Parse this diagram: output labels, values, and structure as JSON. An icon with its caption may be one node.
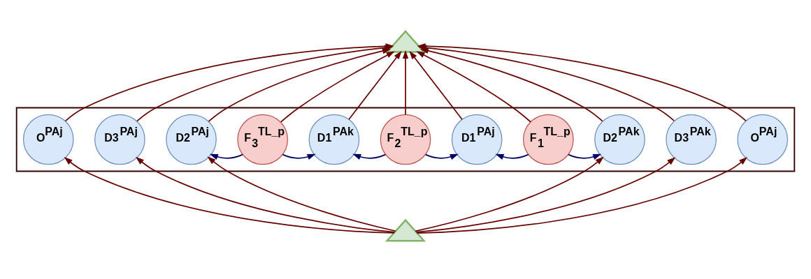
{
  "diagram": {
    "nodes": [
      {
        "text": [],
        "shape": "box"
      },
      {
        "text": [],
        "shape": "triangle"
      },
      {
        "text": [
          "O$^{PAj}$"
        ],
        "in": 0
      },
      {
        "text": [
          "D3$^{PAj}$"
        ],
        "in": 0
      },
      {
        "text": [
          "D2$^{PAj}$"
        ],
        "in": 0
      },
      {
        "text": [
          "F$_{3}$$^{TL_p}$"
        ],
        "in": 0
      },
      {
        "text": [
          "D1$^{PAk}$"
        ],
        "in": 0
      },
      {
        "text": [
          "F$_{2}$$^{TL_p}$"
        ],
        "in": 0
      },
      {
        "text": [
          "D1$^{PAj}$"
        ],
        "in": 0
      },
      {
        "text": [
          "F$_{1}$$^{TL_p}$"
        ],
        "in": 0
      },
      {
        "text": [
          "D2$^{PAk}$"
        ],
        "in": 0
      },
      {
        "text": [
          "D3$^{PAk}$"
        ],
        "in": 0
      },
      {
        "text": [
          "O$^{PAj}$"
        ],
        "in": 0
      },
      {
        "text": [],
        "shape": "triangle"
      }
    ],
    "edges": [
      {
        "from": 2,
        "to": 1,
        "arrow": "to"
      },
      {
        "from": 3,
        "to": 1,
        "arrow": "to"
      },
      {
        "from": 4,
        "to": 1,
        "arrow": "to"
      },
      {
        "from": 5,
        "to": 1,
        "arrow": "to"
      },
      {
        "from": 6,
        "to": 1,
        "arrow": "to"
      },
      {
        "from": 7,
        "to": 1,
        "arrow": "to"
      },
      {
        "from": 8,
        "to": 1,
        "arrow": "to"
      },
      {
        "from": 9,
        "to": 1,
        "arrow": "to"
      },
      {
        "from": 10,
        "to": 1,
        "arrow": "to"
      },
      {
        "from": 11,
        "to": 1,
        "arrow": "to"
      },
      {
        "from": 12,
        "to": 1,
        "arrow": "to"
      },
      {
        "from": 5,
        "to": 4,
        "arrow": "to",
        "color": "#000066"
      },
      {
        "from": 5,
        "to": 6,
        "arrow": "to",
        "color": "#000066"
      },
      {
        "from": 7,
        "to": 6,
        "arrow": "to",
        "color": "#000066"
      },
      {
        "from": 7,
        "to": 8,
        "arrow": "to",
        "color": "#000066"
      },
      {
        "from": 9,
        "to": 8,
        "arrow": "to",
        "color": "#000066"
      },
      {
        "from": 9,
        "to": 10,
        "arrow": "to",
        "color": "#000066"
      },
      {
        "from": 13,
        "to": 2,
        "arrow": "to"
      },
      {
        "from": 13,
        "to": 3,
        "arrow": "to"
      },
      {
        "from": 13,
        "to": 4,
        "arrow": "to"
      },
      {
        "from": 13,
        "to": 10,
        "arrow": "to"
      },
      {
        "from": 13,
        "to": 11,
        "arrow": "to"
      },
      {
        "from": 13,
        "to": 12,
        "arrow": "to"
      }
    ]
  }
}
